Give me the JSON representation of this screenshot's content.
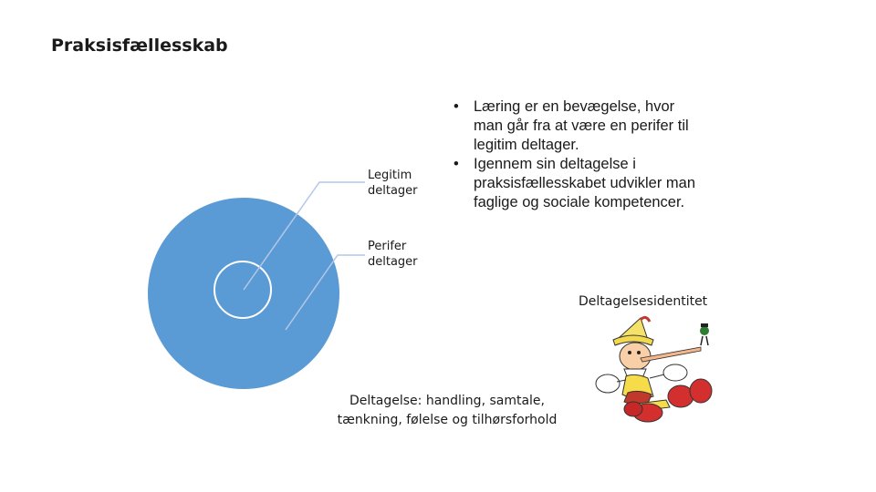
{
  "slide": {
    "title": "Praksisfællesskab",
    "labels": {
      "legitimate_line1": "Legitim",
      "legitimate_line2": "deltager",
      "peripheral_line1": "Perifer",
      "peripheral_line2": "deltager"
    },
    "bullets": [
      {
        "mark": "•",
        "lines": [
          "Læring er en bevægelse, hvor",
          "man går fra at være en perifer til",
          "legitim deltager."
        ]
      },
      {
        "mark": "•",
        "lines": [
          "Igennem sin deltagelse i",
          "praksisfællesskabet udvikler man",
          "faglige og sociale kompetencer."
        ]
      }
    ],
    "identity_label": "Deltagelsesidentitet",
    "caption": {
      "line1": "Deltagelse: handling, samtale,",
      "line2": "tænkning, følelse og tilhørsforhold"
    }
  },
  "colors": {
    "outer_circle": "#5b9bd5",
    "inner_circle_stroke": "#ffffff",
    "connector_line": "#b4c7e7",
    "text": "#1a1a1a"
  },
  "icons": {
    "illustration": "pinocchio-cartoon-icon"
  }
}
